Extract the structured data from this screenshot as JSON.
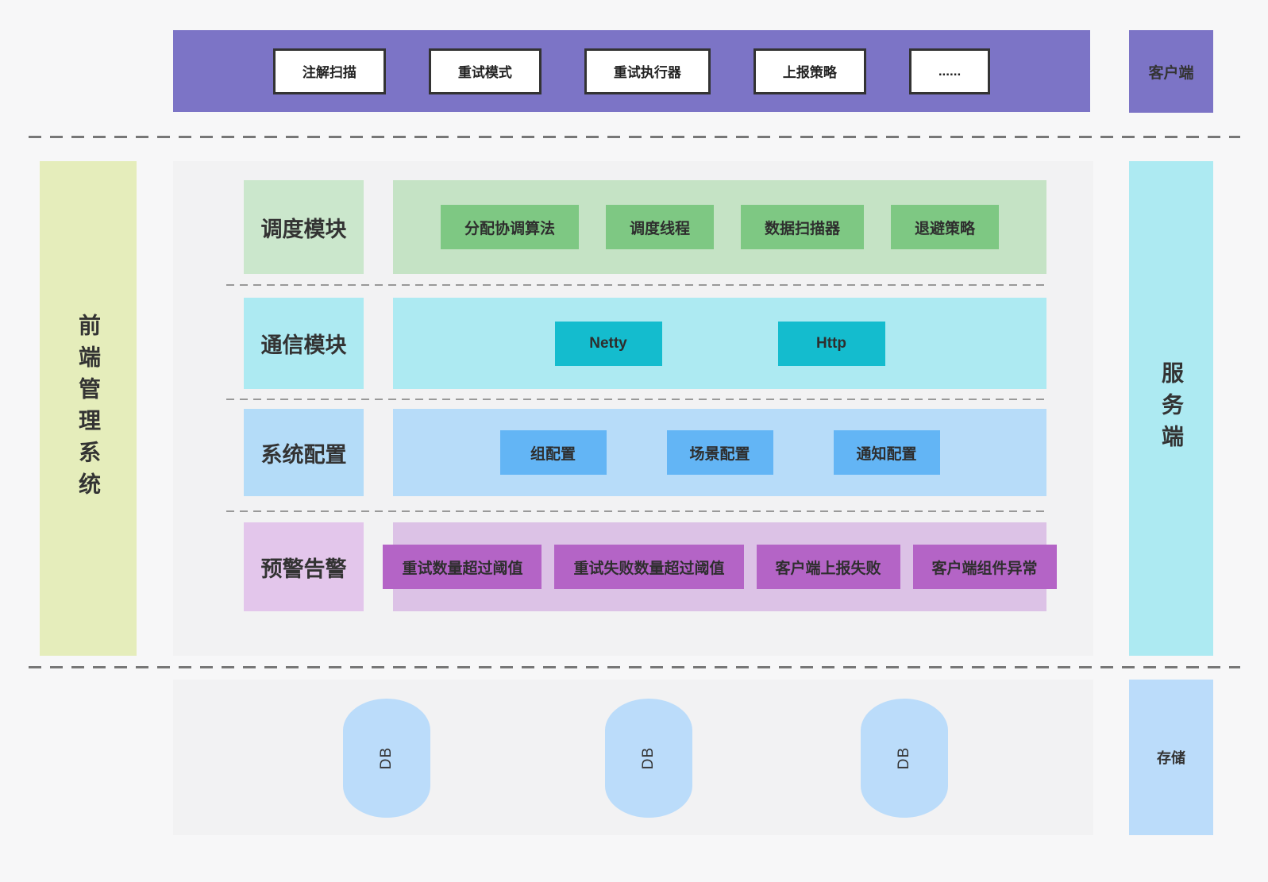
{
  "colors": {
    "client_purple": "#7c74c6",
    "frontend_green": "#e5edbb",
    "scheduler_green": "#7ec883",
    "comm_teal": "#14bcce",
    "config_blue": "#63b5f5",
    "alert_purple": "#b464c6",
    "server_cyan": "#adeaf2",
    "storage_blue": "#bbdcfa",
    "panel_gray": "#f2f2f3"
  },
  "client_bar": {
    "side_label": "客户端",
    "modules": [
      "注解扫描",
      "重试模式",
      "重试执行器",
      "上报策略",
      "......"
    ]
  },
  "left_bar": {
    "label": "前端管理系统"
  },
  "server": {
    "side_label": "服务端",
    "rows": [
      {
        "name": "调度模块",
        "items": [
          "分配协调算法",
          "调度线程",
          "数据扫描器",
          "退避策略"
        ]
      },
      {
        "name": "通信模块",
        "items": [
          "Netty",
          "Http"
        ]
      },
      {
        "name": "系统配置",
        "items": [
          "组配置",
          "场景配置",
          "通知配置"
        ]
      },
      {
        "name": "预警告警",
        "items": [
          "重试数量超过阈值",
          "重试失败数量超过阈值",
          "客户端上报失败",
          "客户端组件异常"
        ]
      }
    ]
  },
  "storage": {
    "side_label": "存储",
    "databases": [
      "DB",
      "DB",
      "DB"
    ]
  }
}
